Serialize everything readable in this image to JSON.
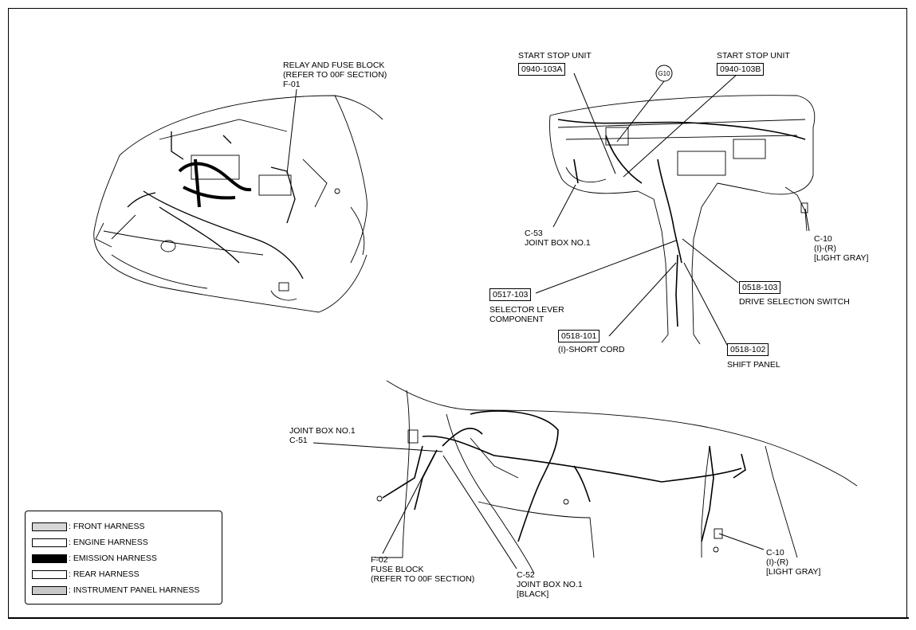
{
  "colors": {
    "line": "#000000",
    "front_harness": "#d7d7d7",
    "engine_harness": "#ffffff",
    "emission_harness": "#000000",
    "rear_harness": "#ffffff",
    "instrument_panel_harness": "#c8c8c8"
  },
  "engine_bay": {
    "relay_fuse_block": [
      "RELAY AND FUSE BLOCK",
      "(REFER TO 00F SECTION)",
      "F-01"
    ]
  },
  "dashboard": {
    "start_stop_unit_a": {
      "name": "START STOP UNIT",
      "code": "0940-103A"
    },
    "start_stop_unit_b": {
      "name": "START STOP UNIT",
      "code": "0940-103B"
    },
    "ground": "G10",
    "c53": [
      "C-53",
      "JOINT BOX NO.1"
    ],
    "c10": [
      "C-10",
      "(I)-(R)",
      "[LIGHT GRAY]"
    ],
    "selector_lever": {
      "code": "0517-103",
      "desc": [
        "SELECTOR LEVER",
        "COMPONENT"
      ]
    },
    "drive_selection": {
      "code": "0518-103",
      "desc": "DRIVE SELECTION SWITCH"
    },
    "short_cord": {
      "code": "0518-101",
      "desc": "(I)-SHORT CORD"
    },
    "shift_panel": {
      "code": "0518-102",
      "desc": "SHIFT PANEL"
    }
  },
  "instrument_panel": {
    "c51": [
      "JOINT BOX NO.1",
      "C-51"
    ],
    "f02": [
      "F-02",
      "FUSE BLOCK",
      "(REFER TO 00F SECTION)"
    ],
    "c52": [
      "C-52",
      "JOINT BOX NO.1",
      "[BLACK]"
    ],
    "c10": [
      "C-10",
      "(I)-(R)",
      "[LIGHT GRAY]"
    ]
  },
  "legend": [
    {
      "label": ": FRONT HARNESS",
      "swatch": "front_harness"
    },
    {
      "label": ": ENGINE HARNESS",
      "swatch": "engine_harness"
    },
    {
      "label": ": EMISSION HARNESS",
      "swatch": "emission_harness"
    },
    {
      "label": ": REAR HARNESS",
      "swatch": "rear_harness"
    },
    {
      "label": ": INSTRUMENT PANEL HARNESS",
      "swatch": "instrument_panel_harness"
    }
  ]
}
